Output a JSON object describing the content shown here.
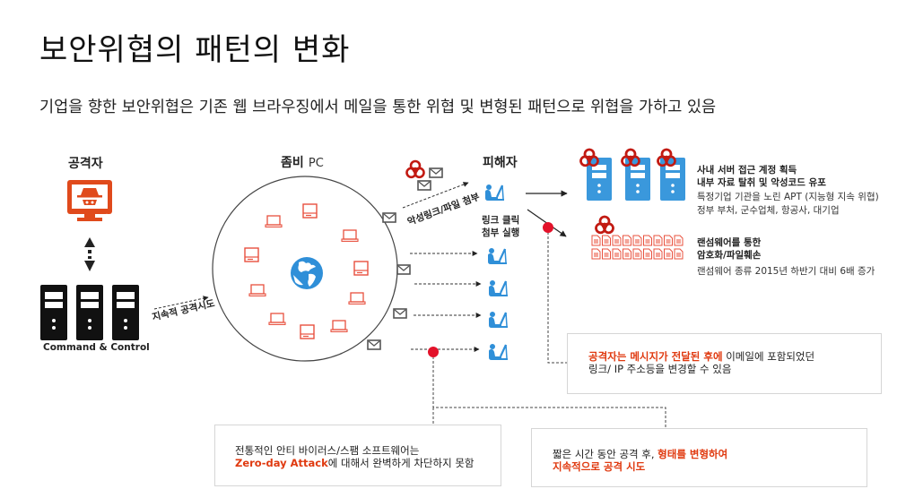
{
  "title": "보안위협의 패턴의 변화",
  "subtitle": "기업을 향한 보안위협은 기존 웹 브라우징에서 메일을 통한 위협 및  변형된 패턴으로 위협을 가하고 있음",
  "attacker": {
    "label": "공격자",
    "icon": "hacker-monitor-icon",
    "cc_label": "Command & Control",
    "cc_icon": "server-tower-icon"
  },
  "persistent_attack_label": "지속적 공격시도",
  "zombie": {
    "label_ko": "좀비",
    "label_en": "PC",
    "center_icon": "globe-icon",
    "device_icon": "computer-icon"
  },
  "malicious_link_label": "악성링크/파일 첨부",
  "victim": {
    "label": "피해자",
    "action_line1": "링크 클릭",
    "action_line2": "첨부 실행",
    "icon": "user-at-desk-icon"
  },
  "outcomes": [
    {
      "title_line1": "사내 서버 접근 계정 획득",
      "title_line2": "내부 자료 탈취 및 악성코드 유포",
      "desc_line1": "특정기업 기관을 노린 APT (지능형 지속 위협)",
      "desc_line2": "정부 부처, 군수업체, 항공사, 대기업",
      "icon": "infected-server-icon"
    },
    {
      "title_line1": "랜섬웨어를 통한",
      "title_line2": "암호화/파일훼손",
      "desc_line1": "랜섬웨어 종류 2015년 하반기 대비 6배 증가",
      "icon": "infected-file-icon"
    }
  ],
  "callouts": {
    "link_change": {
      "highlight": "공격자는 메시지가 전달된 후에",
      "rest_line1": " 이메일에 포함되었던",
      "line2": "링크/ IP 주소등을 변경할 수 있음"
    },
    "zero_day": {
      "line1": "전통적인 안티 바이러스/스팸 소프트웨어는",
      "highlight": "Zero-day Attack",
      "rest_line2": "에 대해서 완벽하게 차단하지 못함"
    },
    "mutation": {
      "line1_plain": "짧은 시간 동안 공격 후, ",
      "line1_highlight": "형태를 변형하여",
      "line2_highlight": "지속적으로 공격 시도"
    }
  },
  "colors": {
    "attacker_orange": "#e04a1c",
    "zombie_red": "#e8503e",
    "victim_blue": "#2f8fd8",
    "server_blue": "#3a98dc",
    "biohazard_red": "#c21a12",
    "marker_red": "#e3122a",
    "highlight_orange": "#e03a10"
  }
}
